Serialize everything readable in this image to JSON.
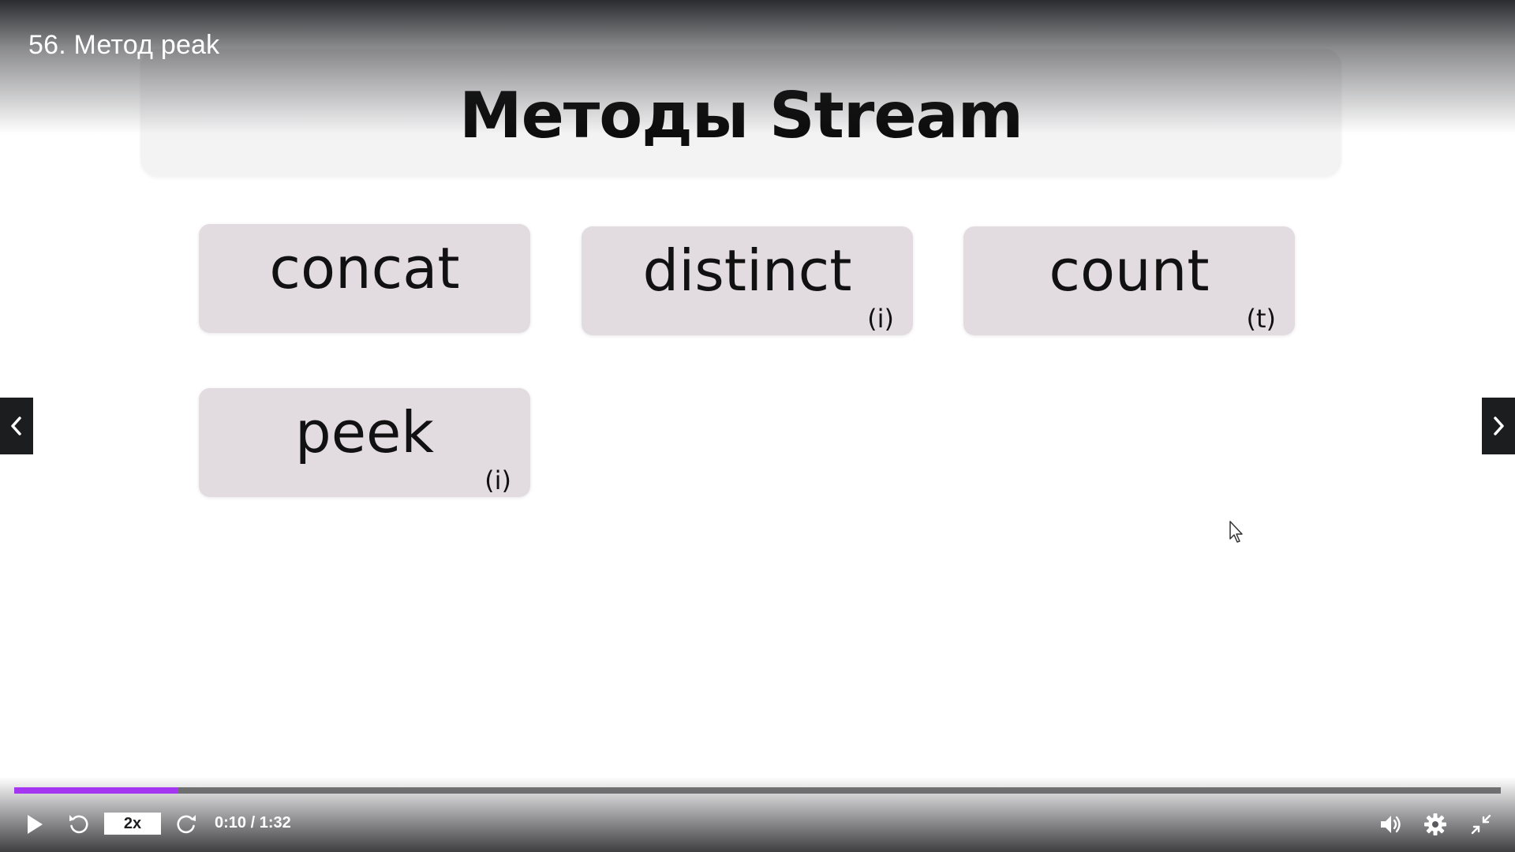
{
  "video": {
    "title": "56. Метод peak"
  },
  "slide": {
    "heading": "Методы Stream",
    "methods": [
      {
        "name": "concat",
        "tag": ""
      },
      {
        "name": "distinct",
        "tag": "(i)"
      },
      {
        "name": "count",
        "tag": "(t)"
      },
      {
        "name": "peek",
        "tag": "(i)"
      }
    ]
  },
  "player": {
    "speed_label": "2x",
    "time_label": "0:10 / 1:32",
    "progress_fraction": 0.11,
    "accent_color": "#a435f0",
    "icons": {
      "play": "play-icon",
      "rewind": "rewind-icon",
      "forward": "forward-icon",
      "volume": "volume-icon",
      "settings": "gear-icon",
      "fullscreen": "exit-fullscreen-icon",
      "prev": "chevron-left-icon",
      "next": "chevron-right-icon"
    }
  }
}
